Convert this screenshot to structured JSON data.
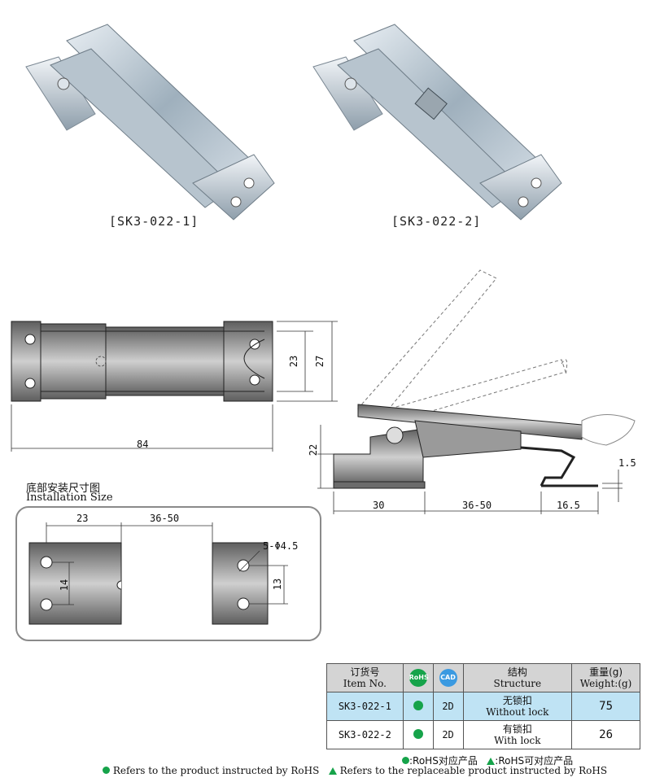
{
  "products": {
    "caption_1": "[SK3-022-1]",
    "caption_2": "[SK3-022-2]"
  },
  "top_view": {
    "dim_width": "84",
    "dim_inner": "23",
    "dim_outer": "27"
  },
  "side_view": {
    "dim_height": "22",
    "dim_base": "30",
    "dim_range": "36-50",
    "dim_hook": "16.5",
    "dim_thickness": "1.5"
  },
  "installation": {
    "title_zh": "底部安装尺寸图",
    "title_en": "Installation  Size",
    "dim_left": "23",
    "dim_range": "36-50",
    "dim_hole": "5-Φ4.5",
    "dim_left_spacing": "14",
    "dim_right_spacing": "13"
  },
  "table": {
    "headers": {
      "item_zh": "订货号",
      "item_en": "Item No.",
      "rohs": "RoHS",
      "cad": "CAD",
      "structure_zh": "结构",
      "structure_en": "Structure",
      "weight_zh": "重量(g)",
      "weight_en": "Weight:(g)"
    },
    "rows": [
      {
        "item": "SK3-022-1",
        "cad": "2D",
        "structure_zh": "无锁扣",
        "structure_en": "Without lock",
        "weight": "75"
      },
      {
        "item": "SK3-022-2",
        "cad": "2D",
        "structure_zh": "有锁扣",
        "structure_en": "With lock",
        "weight": "26"
      }
    ]
  },
  "legend": {
    "line1_a": ":RoHS对应产品",
    "line1_b": ":RoHS可对应产品",
    "line2_a": "Refers to the product instructed by RoHS",
    "line2_b": "Refers to the replaceable product instructed by RoHS"
  },
  "colors": {
    "rohs_green": "#16a34a",
    "row_highlight": "#bfe3f4",
    "header_gray": "#d4d4d4"
  }
}
